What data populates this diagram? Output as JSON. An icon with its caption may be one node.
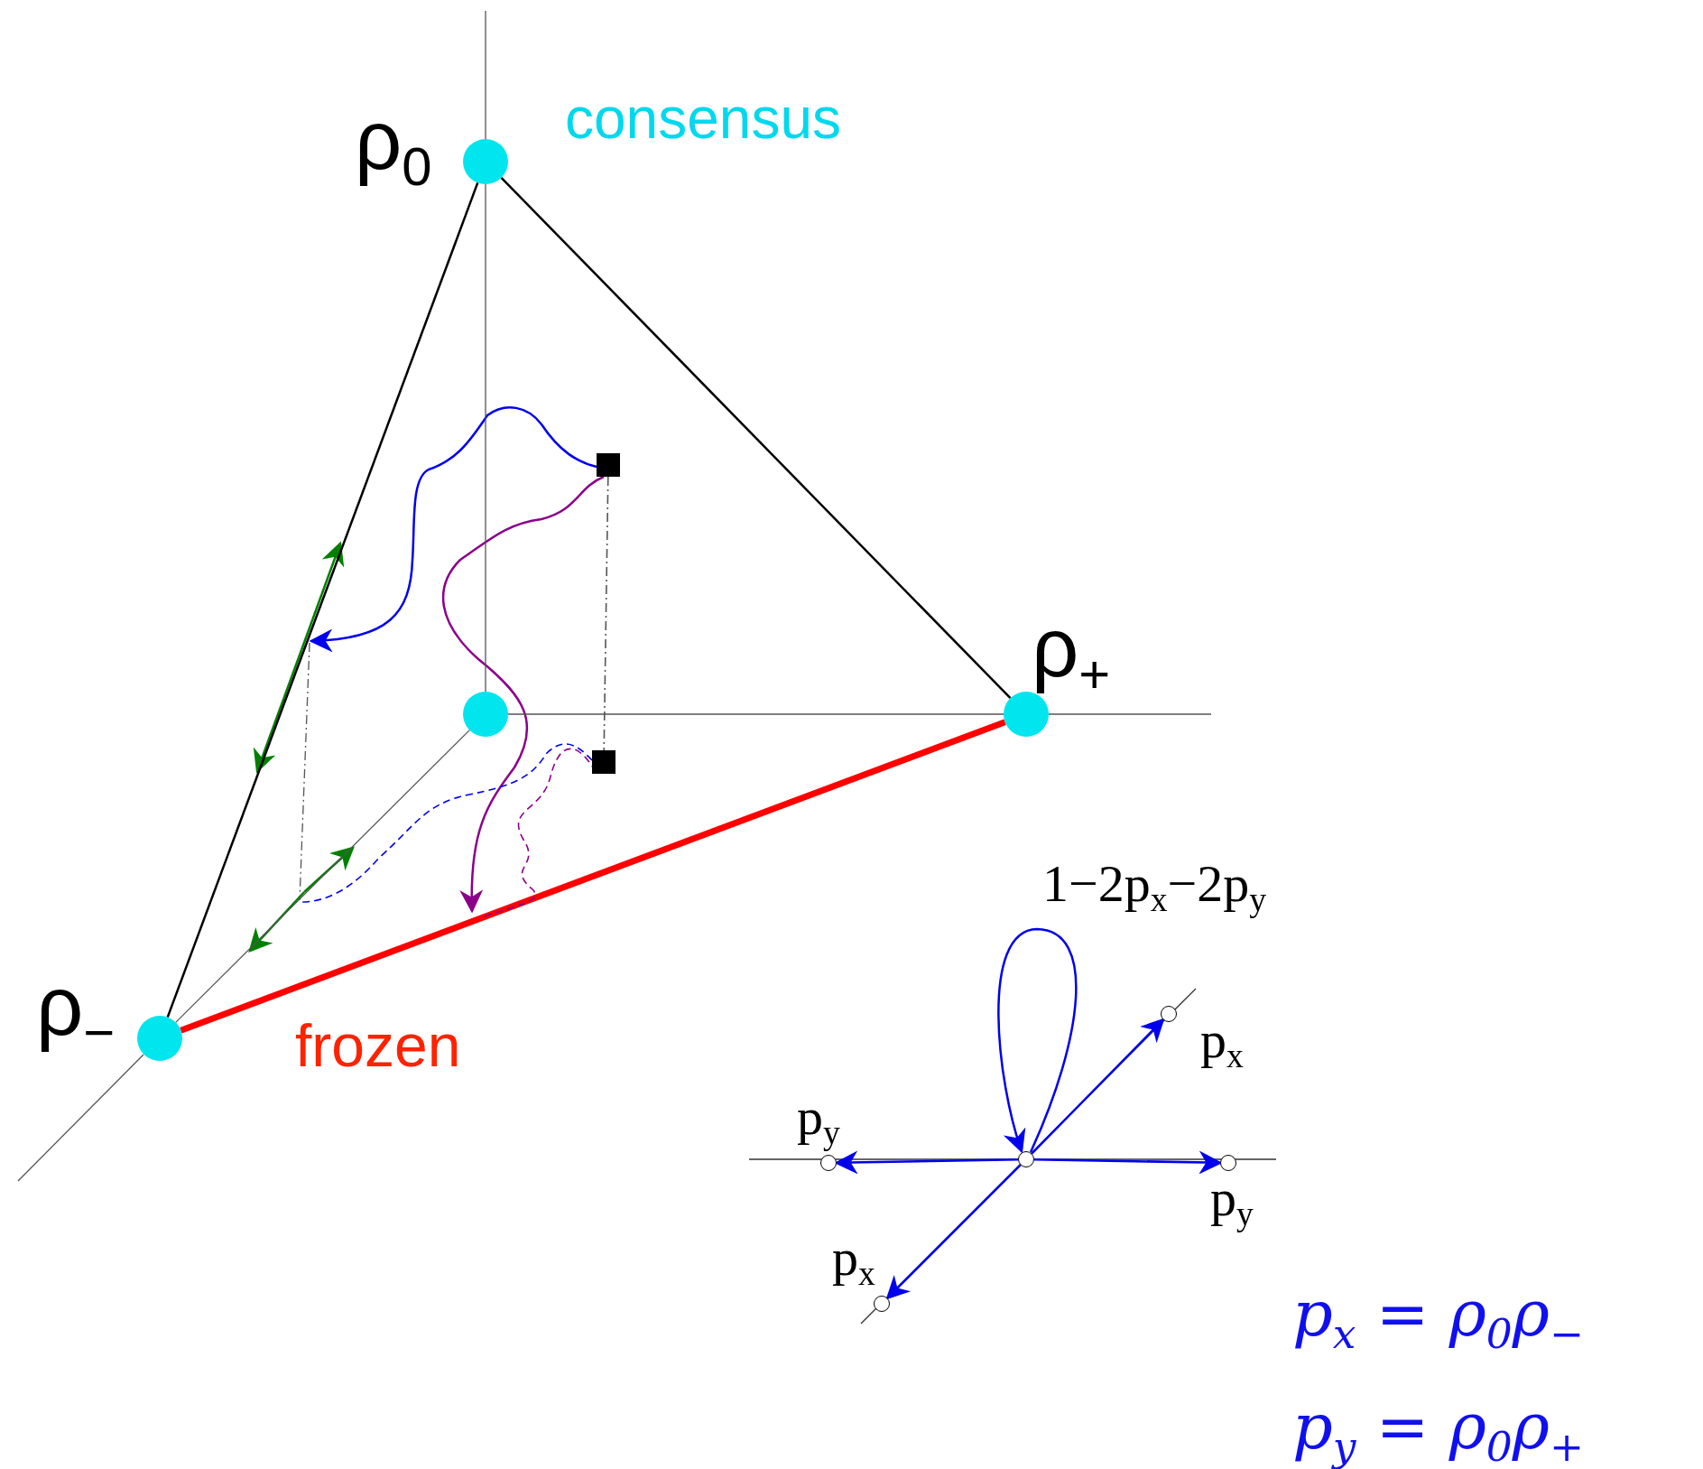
{
  "diagram": {
    "nodes": [
      {
        "text": [
          "ρ$_{0}$"
        ],
        "beside": [
          "consensus"
        ]
      },
      {
        "text": [
          "ρ$_{+}$"
        ]
      },
      {
        "text": [
          "ρ$_{−}$"
        ]
      },
      {
        "text": [],
        "shape": "circle"
      },
      {
        "text": [],
        "shape": "box"
      },
      {
        "text": [],
        "shape": "box"
      },
      {
        "text": [],
        "shape": "circle"
      },
      {
        "text": [],
        "shape": "circle",
        "beside": [
          "p$_{x}$"
        ]
      },
      {
        "text": [],
        "shape": "circle",
        "beside": [
          "p$_{y}$"
        ]
      },
      {
        "text": [],
        "shape": "circle",
        "beside": [
          "p$_{y}$"
        ]
      },
      {
        "text": [],
        "shape": "circle",
        "beside": [
          "p$_{x}$"
        ]
      }
    ],
    "edges": [
      {
        "from": 2,
        "to": 0,
        "arrow": "none",
        "color": "#000000"
      },
      {
        "from": 0,
        "to": 1,
        "arrow": "none",
        "color": "#000000"
      },
      {
        "from": 2,
        "to": 1,
        "arrow": "none",
        "label": "frozen",
        "style": "thick",
        "color": "#ff0000"
      },
      {
        "from": 4,
        "to": 5,
        "arrow": "none",
        "style": "dashed",
        "color": "#555555"
      },
      {
        "from": 4,
        "to": null,
        "arrow": "to",
        "color": "#0000ee"
      },
      {
        "from": 4,
        "to": null,
        "arrow": "to",
        "color": "#8b008b"
      },
      {
        "from": 5,
        "to": null,
        "arrow": "none",
        "style": "dashed",
        "color": "#0000ee"
      },
      {
        "from": 5,
        "to": null,
        "arrow": "none",
        "style": "dashed",
        "color": "#8b008b"
      },
      {
        "from": 6,
        "to": 6,
        "arrow": "to",
        "label": "1−2p$_{x}$−2p$_{y}$",
        "color": "#0000ee"
      },
      {
        "from": 6,
        "to": 7,
        "arrow": "to",
        "color": "#0000ee"
      },
      {
        "from": 6,
        "to": 8,
        "arrow": "to",
        "color": "#0000ee"
      },
      {
        "from": 6,
        "to": 9,
        "arrow": "to",
        "color": "#0000ee"
      },
      {
        "from": 6,
        "to": 10,
        "arrow": "to",
        "color": "#0000ee"
      },
      {
        "from": 3,
        "to": 0,
        "arrow": "none",
        "color": "#555555"
      },
      {
        "from": 3,
        "to": 1,
        "arrow": "none",
        "color": "#555555"
      },
      {
        "from": 3,
        "to": 2,
        "arrow": "none",
        "color": "#555555"
      }
    ],
    "labels": [
      "p$_{x}$ = ρ$_{0}$ρ$_{−}$",
      "p$_{y}$ = ρ$_{0}$ρ$_{+}$"
    ]
  }
}
